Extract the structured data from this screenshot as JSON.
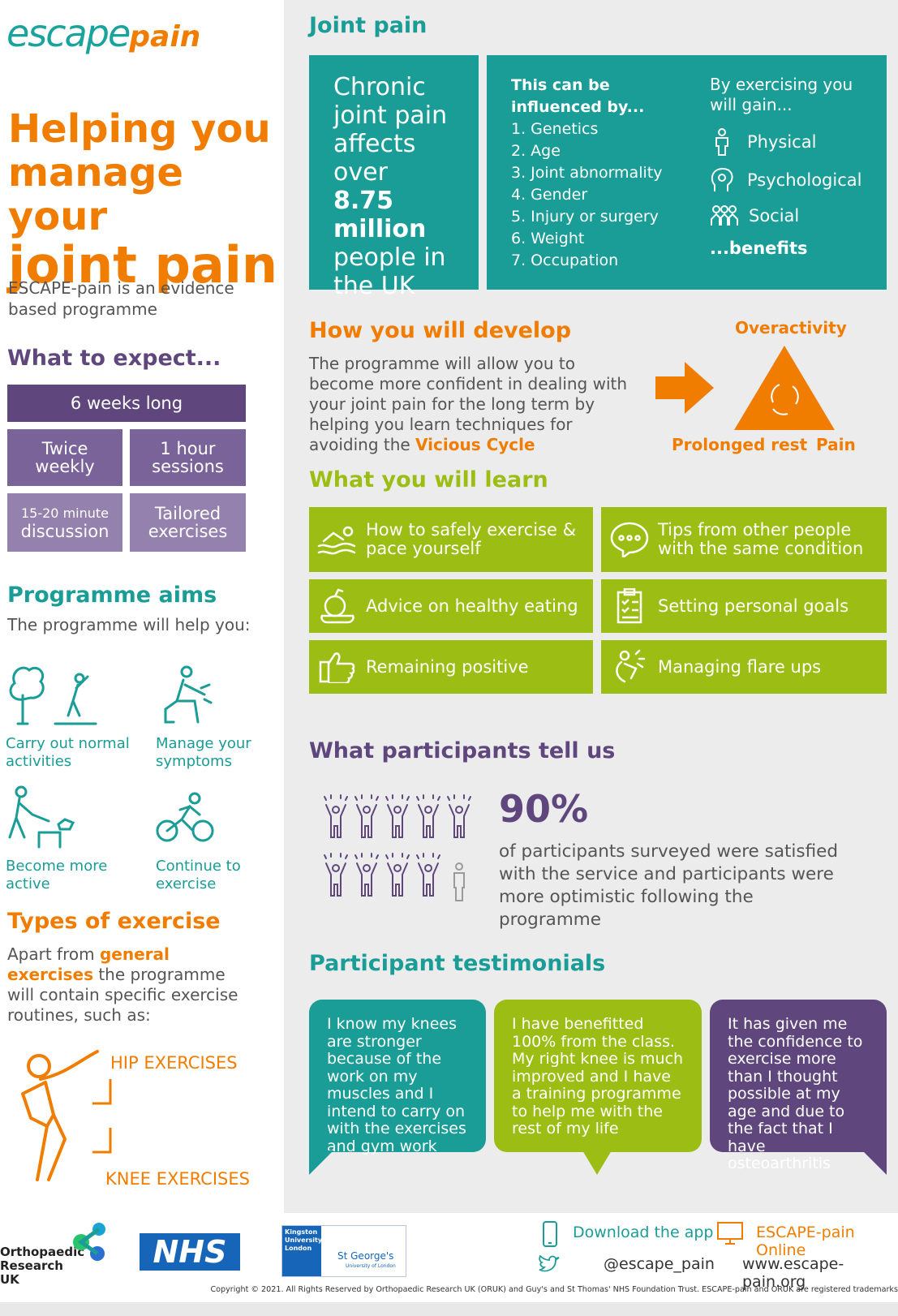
{
  "brand": {
    "logo_main": "escape",
    "logo_pain": "pain"
  },
  "hero": {
    "line1": "Helping you",
    "line2": "manage your",
    "line3": "joint pain"
  },
  "intro": "ESCAPE-pain is an evidence based programme",
  "expect": {
    "title": "What to expect...",
    "boxes": [
      "6 weeks long",
      "Twice weekly",
      "1 hour sessions",
      "15-20 minute",
      "discussion",
      "Tailored exercises"
    ]
  },
  "aims": {
    "title": "Programme aims",
    "subtitle": "The programme will help you:",
    "items": [
      "Carry out normal activities",
      "Manage your symptoms",
      "Become more active",
      "Continue to exercise"
    ]
  },
  "types": {
    "title": "Types of exercise",
    "text_before": "Apart from ",
    "highlight": "general exercises",
    "text_after": " the programme will contain specific exercise routines, such as:",
    "hip": "HIP EXERCISES",
    "knee": "KNEE EXERCISES"
  },
  "joint": {
    "title": "Joint pain",
    "stat_pre": "Chronic joint pain affects over ",
    "stat_num": "8.75 million",
    "stat_post": " people in the UK",
    "influence_title": "This can be influenced by...",
    "influences": [
      "1. Genetics",
      "2. Age",
      "3. Joint abnormality",
      "4. Gender",
      "5. Injury or surgery",
      "6. Weight",
      "7. Occupation"
    ],
    "gain_title": "By exercising you will gain...",
    "gains": [
      "Physical",
      "Psychological",
      "Social"
    ],
    "gain_end": "...benefits"
  },
  "develop": {
    "title": "How you will develop",
    "text": "The programme will allow you to become more confident in dealing with your joint pain for the long term by helping you learn techniques for avoiding the ",
    "highlight": "Vicious Cycle",
    "cycle": [
      "Overactivity",
      "Prolonged rest",
      "Pain"
    ]
  },
  "learn": {
    "title": "What you will learn",
    "items": [
      "How to safely exercise & pace yourself",
      "Tips from other people with the same condition",
      "Advice on healthy eating",
      "Setting personal goals",
      "Remaining positive",
      "Managing flare ups"
    ]
  },
  "participants": {
    "title": "What participants tell us",
    "percent": "90%",
    "satisfied_of": 10,
    "satisfied": 9,
    "text": "of participants surveyed were satisfied with the service and participants were more optimistic following the programme"
  },
  "testimonials": {
    "title": "Participant testimonials",
    "items": [
      "I know my knees are stronger because of the work on my muscles and I intend to carry on with the exercises and gym work",
      "I have benefitted 100% from the class. My right knee is much improved and I have a training programme to help me with the rest of my life",
      "It has given me the confidence to exercise more than I thought possible at my age and due to the fact that I have osteoarthritis"
    ]
  },
  "footer": {
    "oruk": "Orthopaedic Research UK",
    "nhs": "NHS",
    "kingston": "Kingston University London",
    "stgeorges": "St George's",
    "stgeorges_sub": "University of London",
    "app": "Download the app",
    "online": "ESCAPE-pain Online",
    "twitter": "@escape_pain",
    "web": "www.escape-pain.org",
    "copyright": "Copyright © 2021. All Rights Reserved by Orthopaedic Research UK (ORUK) and Guy's and St Thomas' NHS Foundation Trust. ESCAPE-pain and ORUK are registered trademarks"
  },
  "colors": {
    "teal": "#1a9c97",
    "orange": "#f07d00",
    "purple": "#5f477e",
    "green": "#9cbe14"
  }
}
